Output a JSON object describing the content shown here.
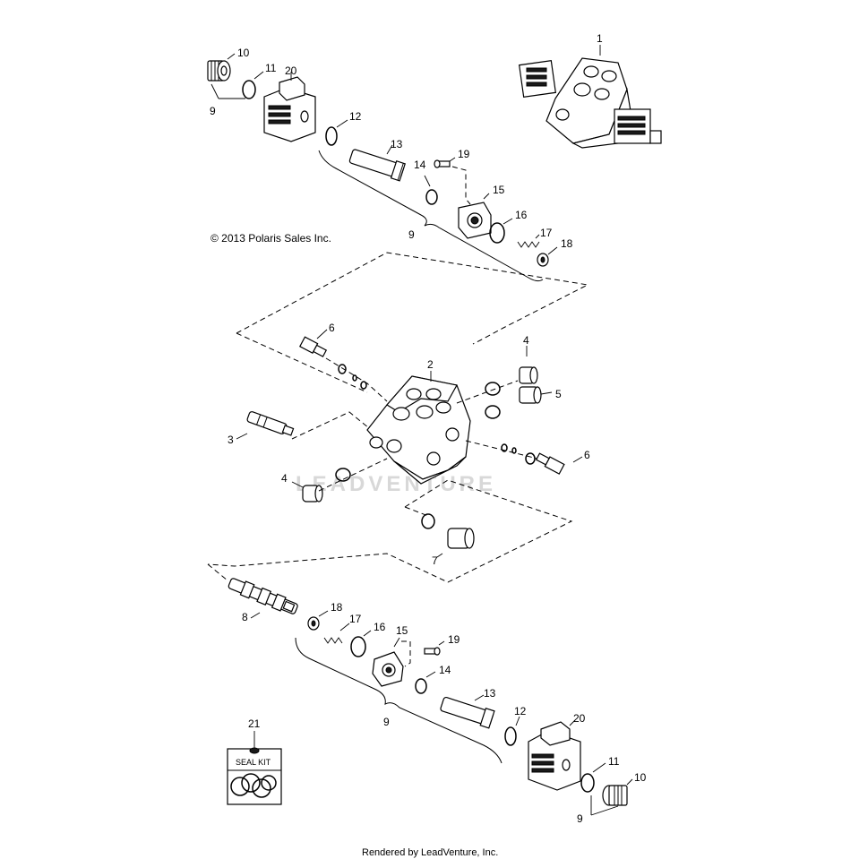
{
  "copyright": "© 2013 Polaris Sales Inc.",
  "footer": "Rendered by LeadVenture, Inc.",
  "watermark": "LEADVENTURE",
  "seal_kit_label": "SEAL KIT",
  "callouts": {
    "c1": "1",
    "c2": "2",
    "c3": "3",
    "c4_top": "4",
    "c4_left": "4",
    "c5": "5",
    "c6_top": "6",
    "c6_right": "6",
    "c7": "7",
    "c8": "8",
    "c9_top_left": "9",
    "c9_top_brace": "9",
    "c9_bottom_brace": "9",
    "c9_bottom_right": "9",
    "c10_top": "10",
    "c10_bottom": "10",
    "c11_top": "11",
    "c11_bottom": "11",
    "c12_top": "12",
    "c12_bottom": "12",
    "c13_top": "13",
    "c13_bottom": "13",
    "c14_top": "14",
    "c14_bottom": "14",
    "c15_top": "15",
    "c15_bottom": "15",
    "c16_top": "16",
    "c16_bottom": "16",
    "c17_top": "17",
    "c17_bottom": "17",
    "c18_top": "18",
    "c18_bottom": "18",
    "c19_top": "19",
    "c19_bottom": "19",
    "c20_top": "20",
    "c20_bottom": "20",
    "c21": "21"
  }
}
